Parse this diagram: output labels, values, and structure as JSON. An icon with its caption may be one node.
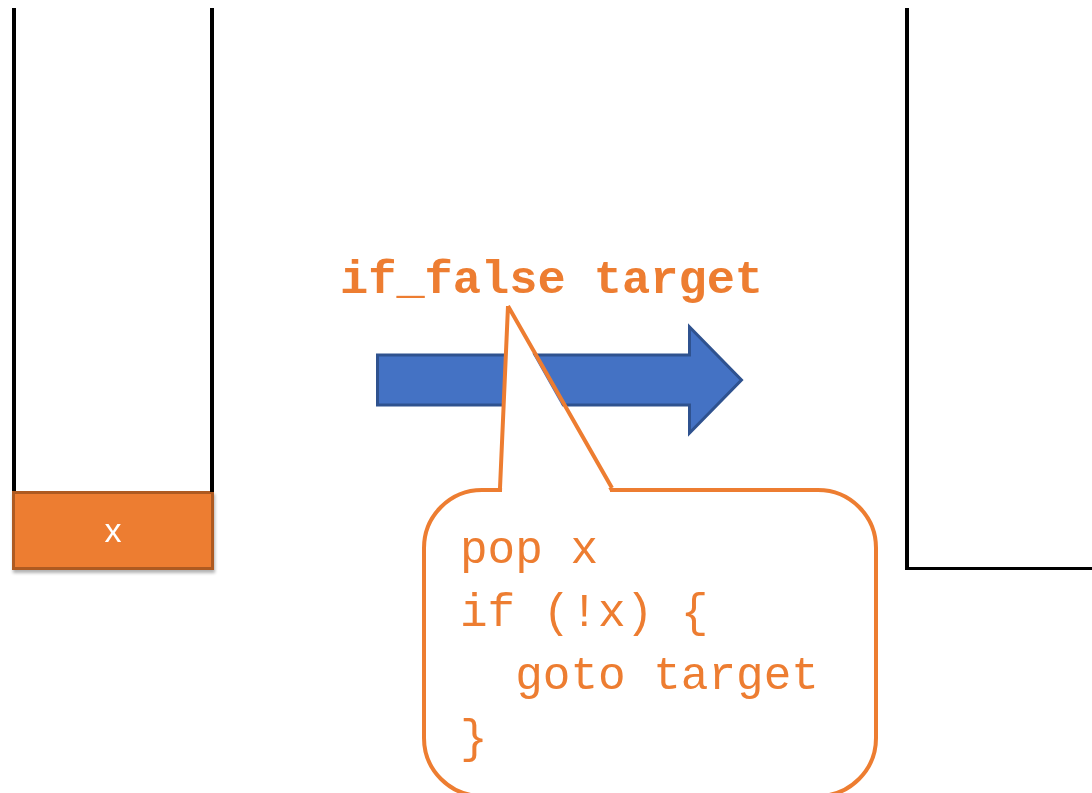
{
  "diagram": {
    "nodes": [
      {
        "text": [],
        "shape": "box"
      },
      {
        "text": [
          "x"
        ],
        "in": 0
      },
      {
        "text": [],
        "shape": "box"
      },
      {
        "text": [
          "if_false target"
        ]
      },
      {
        "text": [
          "pop x",
          "if (!x) {",
          "goto target",
          "}"
        ]
      }
    ],
    "edges": [
      {
        "from": 0,
        "to": 2,
        "arrow": "to",
        "style": "thick"
      },
      {
        "from": 4,
        "to": 3,
        "arrow": "none"
      }
    ]
  }
}
